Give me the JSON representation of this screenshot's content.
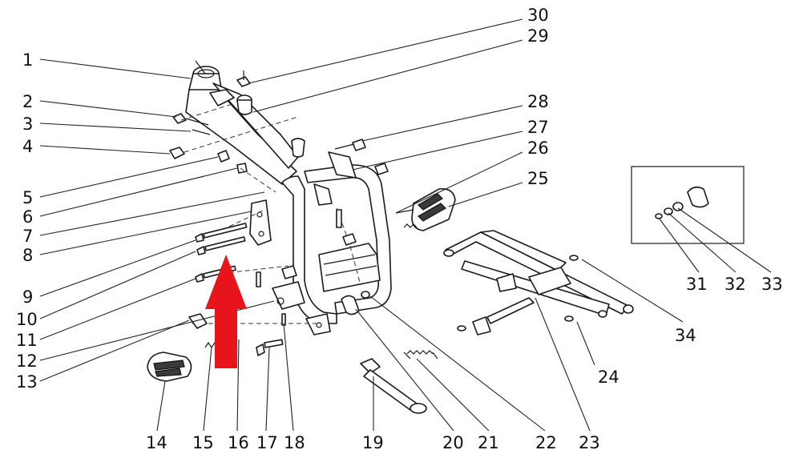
{
  "diagram": {
    "callouts": [
      {
        "id": "1",
        "label": "1"
      },
      {
        "id": "2",
        "label": "2"
      },
      {
        "id": "3",
        "label": "3"
      },
      {
        "id": "4",
        "label": "4"
      },
      {
        "id": "5",
        "label": "5"
      },
      {
        "id": "6",
        "label": "6"
      },
      {
        "id": "7",
        "label": "7"
      },
      {
        "id": "8",
        "label": "8"
      },
      {
        "id": "9",
        "label": "9"
      },
      {
        "id": "10",
        "label": "10"
      },
      {
        "id": "11",
        "label": "11"
      },
      {
        "id": "12",
        "label": "12"
      },
      {
        "id": "13",
        "label": "13"
      },
      {
        "id": "14",
        "label": "14"
      },
      {
        "id": "15",
        "label": "15"
      },
      {
        "id": "16",
        "label": "16"
      },
      {
        "id": "17",
        "label": "17"
      },
      {
        "id": "18",
        "label": "18"
      },
      {
        "id": "19",
        "label": "19"
      },
      {
        "id": "20",
        "label": "20"
      },
      {
        "id": "21",
        "label": "21"
      },
      {
        "id": "22",
        "label": "22"
      },
      {
        "id": "23",
        "label": "23"
      },
      {
        "id": "24",
        "label": "24"
      },
      {
        "id": "25",
        "label": "25"
      },
      {
        "id": "26",
        "label": "26"
      },
      {
        "id": "27",
        "label": "27"
      },
      {
        "id": "28",
        "label": "28"
      },
      {
        "id": "29",
        "label": "29"
      },
      {
        "id": "30",
        "label": "30"
      },
      {
        "id": "31",
        "label": "31"
      },
      {
        "id": "32",
        "label": "32"
      },
      {
        "id": "33",
        "label": "33"
      },
      {
        "id": "34",
        "label": "34"
      }
    ],
    "highlight_arrow_color": "#e8141c",
    "line_color": "#1a1a1a",
    "background_color": "#ffffff"
  }
}
